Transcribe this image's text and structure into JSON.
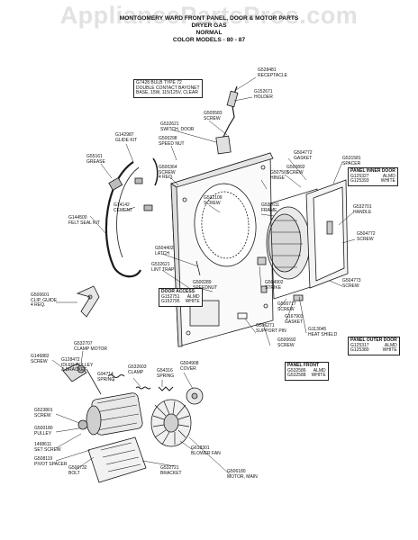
{
  "watermark": "AppliancePartsPros.com",
  "header": {
    "line1": "MONTGOMERY WARD FRONT PANEL, DOOR & MOTOR PARTS",
    "line2": "DRYER GAS",
    "line3": "NORMAL",
    "line4": "COLOR MODELS - 80 - 87"
  },
  "bulb_box": [
    "G7428 BULB TYPE 72",
    "DOUBLE CONTACT BAYONET",
    "BASE, 15W, 115/125V, CLEAR"
  ],
  "door_access": {
    "title": "DOOR ACCESS",
    "rows": [
      [
        "G152751",
        "ALMD"
      ],
      [
        "G152795",
        "WHITE"
      ]
    ]
  },
  "panel_inner_door": {
    "title": "PANEL INNER DOOR",
    "rows": [
      [
        "G125327",
        "ALMD"
      ],
      [
        "G125393",
        "WHITE"
      ]
    ]
  },
  "panel_front": {
    "title": "PANEL FRONT",
    "rows": [
      [
        "G532586",
        "ALMD"
      ],
      [
        "G532588",
        "WHITE"
      ]
    ]
  },
  "panel_outer_door": {
    "title": "PANEL OUTER DOOR",
    "rows": [
      [
        "G125317",
        "ALMD"
      ],
      [
        "G125380",
        "WHITE"
      ]
    ]
  },
  "labels": {
    "receptacle": [
      "G528481",
      "RECEPTACLE"
    ],
    "holder": [
      "G152671",
      "HOLDER"
    ],
    "screw_top": [
      "G505583",
      "SCREW"
    ],
    "switch_door": [
      "G532621",
      "SWITCH, DOOR"
    ],
    "glide_kit": [
      "G142987",
      "GLIDE KIT"
    ],
    "speed_nut": [
      "G500298",
      "SPEED NUT"
    ],
    "grease": [
      "G55161",
      "GREASE"
    ],
    "screw_4req": [
      "G500364",
      "SCREW",
      "4 REQ."
    ],
    "hinge": [
      "G507501",
      "HINGE"
    ],
    "gasket_door": [
      "G504772",
      "GASKET"
    ],
    "screw_door": [
      "G500892",
      "SCREW"
    ],
    "spacer": [
      "G531581",
      "SPACER"
    ],
    "cement": [
      "G14142",
      "CEMENT"
    ],
    "felt_seal": [
      "G144500",
      "FELT SEAL KIT"
    ],
    "screw_center": [
      "G532109",
      "SCREW"
    ],
    "frame": [
      "G532611",
      "FRAME"
    ],
    "handle": [
      "G532701",
      "HANDLE"
    ],
    "screw_right1": [
      "G504772",
      "SCREW"
    ],
    "latch": [
      "G504402",
      "LATCH"
    ],
    "lint_trap": [
      "G532621",
      "LINT TRAP"
    ],
    "screw_right2": [
      "G504773",
      "SCREW"
    ],
    "clip_guide": [
      "G500601",
      "CLIP, GUIDE",
      "4 REQ."
    ],
    "speed_nut_mid": [
      "G500289",
      "SPEEDNUT"
    ],
    "strike": [
      "G504902",
      "STRIKE"
    ],
    "screw_mid": [
      "G500717",
      "SCREW"
    ],
    "gasket_mid": [
      "G167903",
      "GASKET"
    ],
    "heat_shield": [
      "G113045",
      "HEAT SHIELD"
    ],
    "support_pin": [
      "G506271",
      "SUPPORT PIN"
    ],
    "screw_low": [
      "G500692",
      "SCREW"
    ],
    "clamp_motor": [
      "G532707",
      "CLAMP MOTOR"
    ],
    "screw_left": [
      "G146882",
      "SCREW"
    ],
    "idler_pulley": [
      "G128472",
      "IDLER PULLEY",
      "& BRACKET"
    ],
    "clamp": [
      "G532603",
      "CLAMP"
    ],
    "spring_small": [
      "G54316",
      "SPRING"
    ],
    "cover": [
      "G504908",
      "COVER"
    ],
    "spring_mid": [
      "G94714",
      "SPRING"
    ],
    "screw_motor": [
      "G523801",
      "SCREW"
    ],
    "pulley": [
      "G500180",
      "PULLEY"
    ],
    "set_screw": [
      "1498611",
      "SET SCREW"
    ],
    "pivot_spacer": [
      "G508119",
      "PIVOT SPACER"
    ],
    "bolt": [
      "G500732",
      "BOLT"
    ],
    "blower_fan": [
      "G618301",
      "BLOWER FAN"
    ],
    "bracket": [
      "G532721",
      "BRACKET"
    ],
    "motor_main": [
      "G506180",
      "MOTOR, MAIN"
    ]
  }
}
